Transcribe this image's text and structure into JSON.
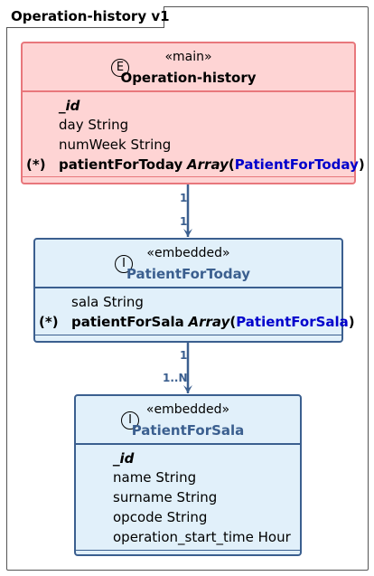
{
  "frame": {
    "title": "Operation-history v1"
  },
  "main_class": {
    "icon": "E",
    "stereotype": "«main»",
    "name": "Operation-history",
    "fields": [
      {
        "marker": "",
        "name": "_id",
        "type": "",
        "style": "bold-italic"
      },
      {
        "marker": "",
        "name": "day",
        "type": "String",
        "style": "plain"
      },
      {
        "marker": "",
        "name": "numWeek",
        "type": "String",
        "style": "plain"
      },
      {
        "marker": "(*)",
        "name": "patientForToday",
        "type": "Array",
        "ref": "PatientForToday",
        "style": "bold"
      }
    ]
  },
  "patient_for_today": {
    "icon": "I",
    "stereotype": "«embedded»",
    "name": "PatientForToday",
    "fields": [
      {
        "marker": "",
        "name": "sala",
        "type": "String",
        "style": "plain"
      },
      {
        "marker": "(*)",
        "name": "patientForSala",
        "type": "Array",
        "ref": "PatientForSala",
        "style": "bold"
      }
    ]
  },
  "patient_for_sala": {
    "icon": "I",
    "stereotype": "«embedded»",
    "name": "PatientForSala",
    "fields": [
      {
        "marker": "",
        "name": "_id",
        "type": "",
        "style": "bold-italic"
      },
      {
        "marker": "",
        "name": "name",
        "type": "String",
        "style": "plain"
      },
      {
        "marker": "",
        "name": "surname",
        "type": "String",
        "style": "plain"
      },
      {
        "marker": "",
        "name": "opcode",
        "type": "String",
        "style": "plain"
      },
      {
        "marker": "",
        "name": "operation_start_time",
        "type": "Hour",
        "style": "plain"
      }
    ]
  },
  "relations": [
    {
      "from_mult": "1",
      "to_mult": "1"
    },
    {
      "from_mult": "1",
      "to_mult": "1..N"
    }
  ],
  "colors": {
    "main_fill": "#fed4d4",
    "main_border": "#e8777c",
    "embedded_fill": "#e1f0fa",
    "embedded_border": "#3b5f8f",
    "link": "#0000cc",
    "arrow": "#3b5f8f"
  }
}
